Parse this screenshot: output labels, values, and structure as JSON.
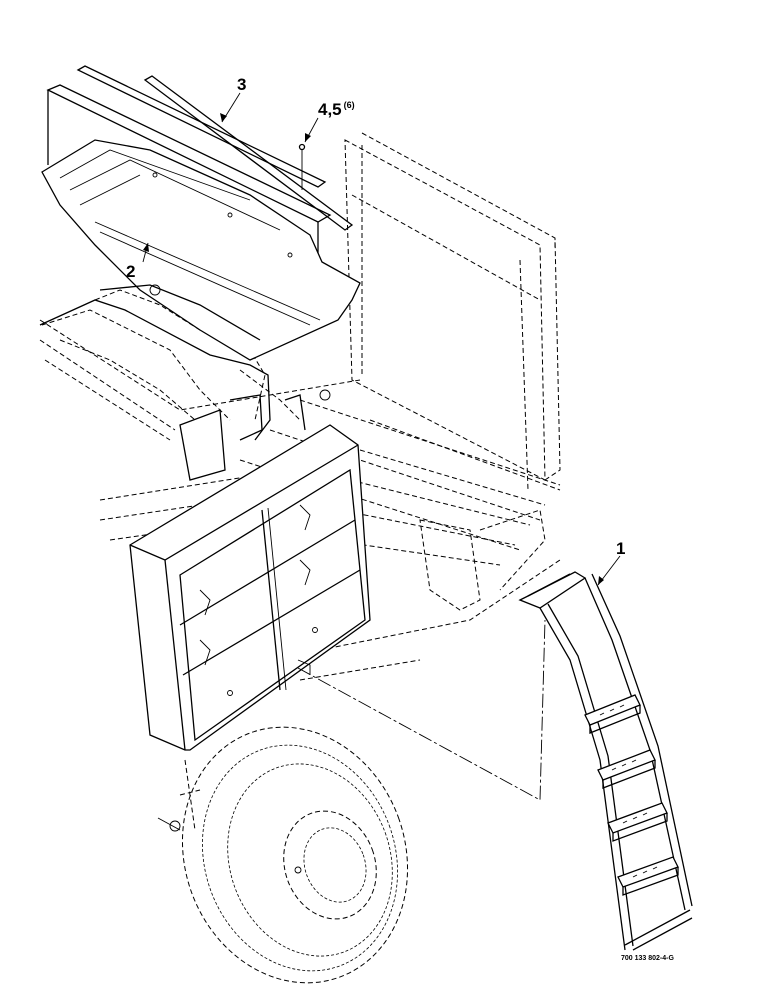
{
  "callouts": {
    "step": "1",
    "shield": "2",
    "strip": "3",
    "hardware_main": "4,5",
    "hardware_qty": "(6)"
  },
  "figure_ref": "700 133 802-4-G",
  "icons": [
    "ladder",
    "wheel",
    "storage-rack",
    "shield-plate",
    "trim-strip",
    "bolt"
  ]
}
